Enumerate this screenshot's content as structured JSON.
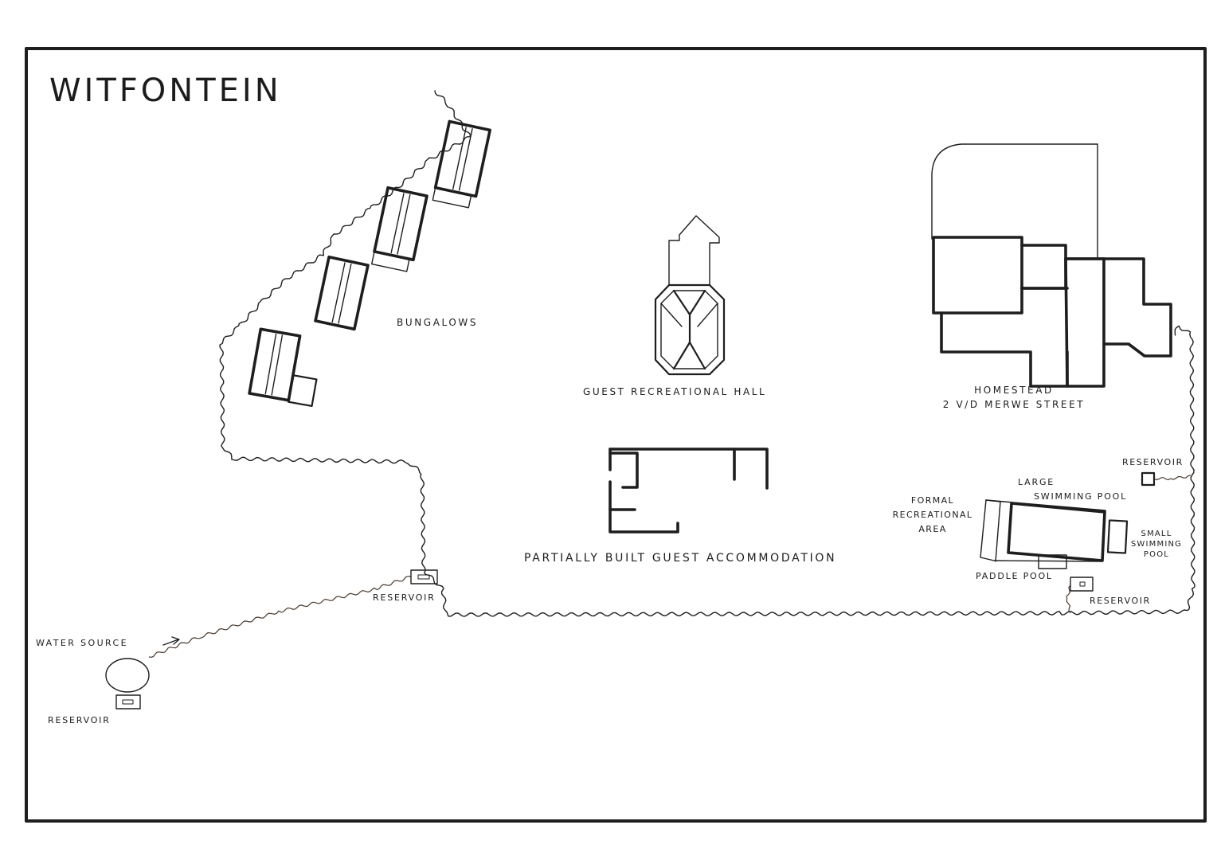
{
  "map": {
    "title": "Witfontein",
    "labels": {
      "bungalows": "Bungalows",
      "guest_hall": "Guest recreational hall",
      "homestead_line1": "Homestead",
      "homestead_line2": "2 v/d Merwe Street",
      "partially_built": "Partially built guest accommodation",
      "reservoir_center": "Reservoir",
      "reservoir_source": "Reservoir",
      "reservoir_upper_right": "Reservoir",
      "reservoir_lower_right": "Reservoir",
      "water_source": "Water source",
      "large_pool_line1": "Large",
      "large_pool_line2": "swimming pool",
      "formal_area_line1": "Formal",
      "formal_area_line2": "recreational",
      "formal_area_line3": "area",
      "small_pool_line1": "Small",
      "small_pool_line2": "swimming",
      "small_pool_line3": "pool",
      "paddle_pool": "Paddle pool"
    },
    "colors": {
      "ink": "#1e1e1e",
      "pipe": "#4a3a30",
      "background": "#ffffff"
    }
  }
}
